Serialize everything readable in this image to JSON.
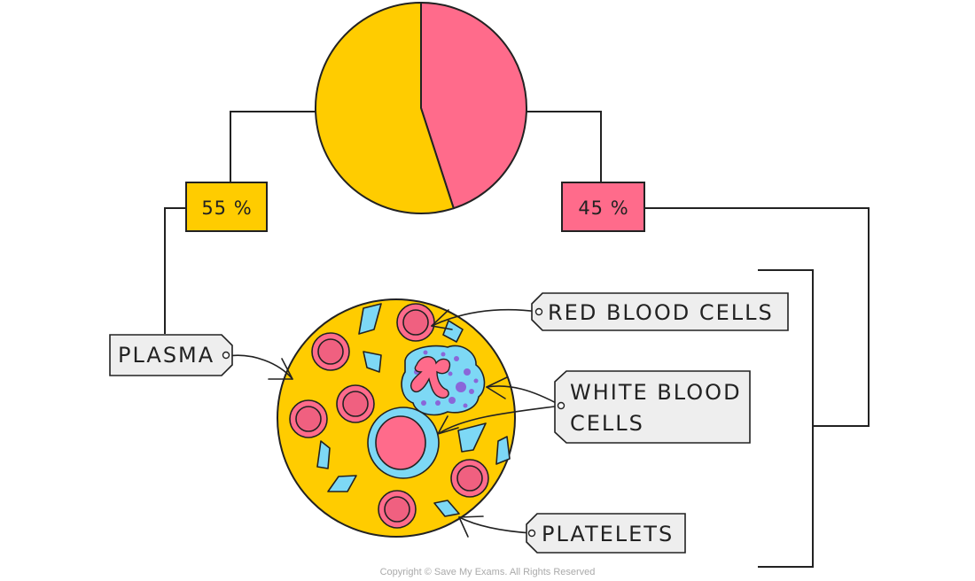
{
  "colors": {
    "plasma": "#FFCC00",
    "cells": "#FF6B8B",
    "red_cell_core": "#F06080",
    "white_cell_cytoplasm": "#7DD8F5",
    "white_cell_granule": "#8A66D9",
    "platelet": "#7DD8F5",
    "tag_fill": "#EEEEEE",
    "stroke": "#222222"
  },
  "pie": {
    "slices": [
      {
        "label": "55 %",
        "value": 55,
        "name": "plasma"
      },
      {
        "label": "45 %",
        "value": 45,
        "name": "cells"
      }
    ]
  },
  "labels": {
    "plasma": "PLASMA",
    "red_blood_cells": "RED BLOOD CELLS",
    "white_blood_cells_line1": "WHITE BLOOD",
    "white_blood_cells_line2": "CELLS",
    "platelets": "PLATELETS"
  },
  "footer": {
    "copyright": "Copyright © Save My Exams. All Rights Reserved"
  }
}
